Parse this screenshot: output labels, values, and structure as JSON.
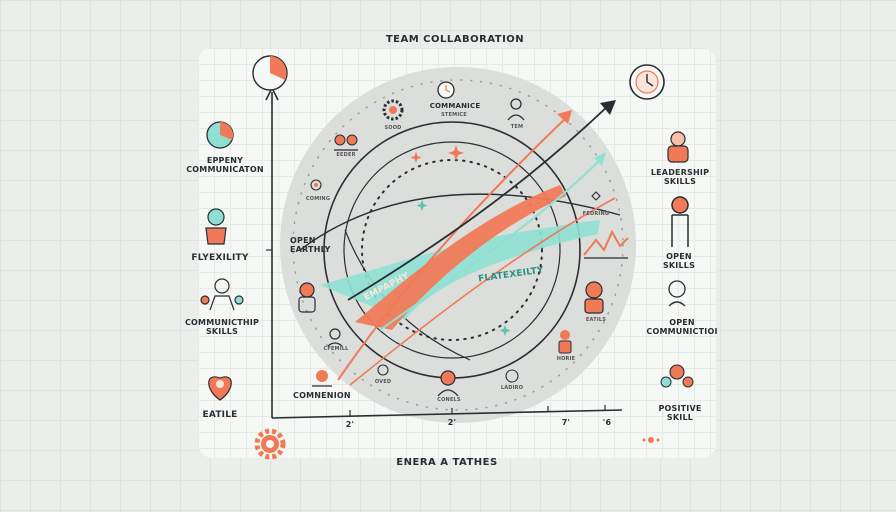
{
  "title": "TEAM COLLABORATION",
  "footer": "ENERA A TATHES",
  "left_labels": {
    "effective_communication": "EPPENY\nCOMMUNICATON",
    "flexibility": "FLYEXILITY",
    "communication_skills": "COMMUNICTHIP\nSKILLS",
    "eatile": "EATILE"
  },
  "right_labels": {
    "leadership": "LEADERSHIP\nSKILLS",
    "open_skills": "OPEN\nSKILLS",
    "open_communication": "OPEN\nCOMMUNICTIOI",
    "positive_skill": "POSITIVE\nSKILL"
  },
  "inner_labels": {
    "commanice": "COMMANICE",
    "stemice": "STEMICE",
    "sood": "SOOD",
    "tem": "TEM",
    "eeder": "EEDER",
    "coming": "COMING",
    "open_earthly": "OPEN\nEARTHLY",
    "fedring": "FEDRING",
    "eatils": "EATILS",
    "cfemill": "CFEMILL",
    "horie": "HORIE",
    "comnenion": "COMNENION",
    "oved": "OVED",
    "conels": "CONELS",
    "ladiro": "LADIRO"
  },
  "ribbons": {
    "empathy": "EMPAPHY",
    "flexibility": "FLATEXEILTY"
  },
  "x_ticks": [
    "2'",
    "2'",
    "7'",
    "'6"
  ],
  "colors": {
    "coral": "#f07a58",
    "teal": "#8fe0d3",
    "dark": "#2a2d33",
    "circle": "#dcdedb"
  },
  "icons": [
    "pie-chart-icon",
    "clock-icon",
    "gear-icon",
    "people-icon",
    "person-icon",
    "heart-icon",
    "sparkle-icon",
    "mountain-chart-icon"
  ]
}
